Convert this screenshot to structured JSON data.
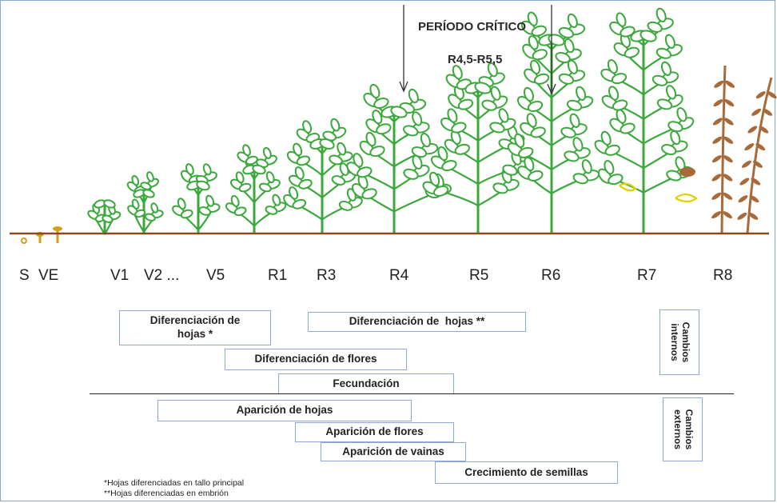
{
  "critical_period": {
    "title": "PERÍODO CRÍTICO",
    "range": "R4,5-R5,5"
  },
  "stages": [
    "S",
    "VE",
    "V1",
    "V2 ...",
    "V5",
    "R1",
    "R3",
    "R4",
    "R5",
    "R6",
    "R7",
    "R8"
  ],
  "internal_changes": {
    "group_label": "Cambios\ninternos",
    "bars": {
      "leaf_diff_main": "Diferenciación de\nhojas *",
      "leaf_diff_embryo": "Diferenciación de  hojas **",
      "flower_diff": "Diferenciación de flores",
      "fecundation": "Fecundación"
    }
  },
  "external_changes": {
    "group_label": "Cambios\nexternos",
    "bars": {
      "leaf_appearance": "Aparición de hojas",
      "flower_appearance": "Aparición de flores",
      "pod_appearance": "Aparición de vainas",
      "seed_growth": "Crecimiento de semillas"
    }
  },
  "notes": {
    "note1": "*Hojas diferenciadas en tallo principal",
    "note2": "**Hojas diferenciadas en embrión"
  },
  "colors": {
    "plant_green": "#3aa83a",
    "soil": "#8b4a22",
    "mature_brown": "#a86a3a",
    "pod_yellow": "#e0d000",
    "box_border": "#8fa9d2"
  }
}
